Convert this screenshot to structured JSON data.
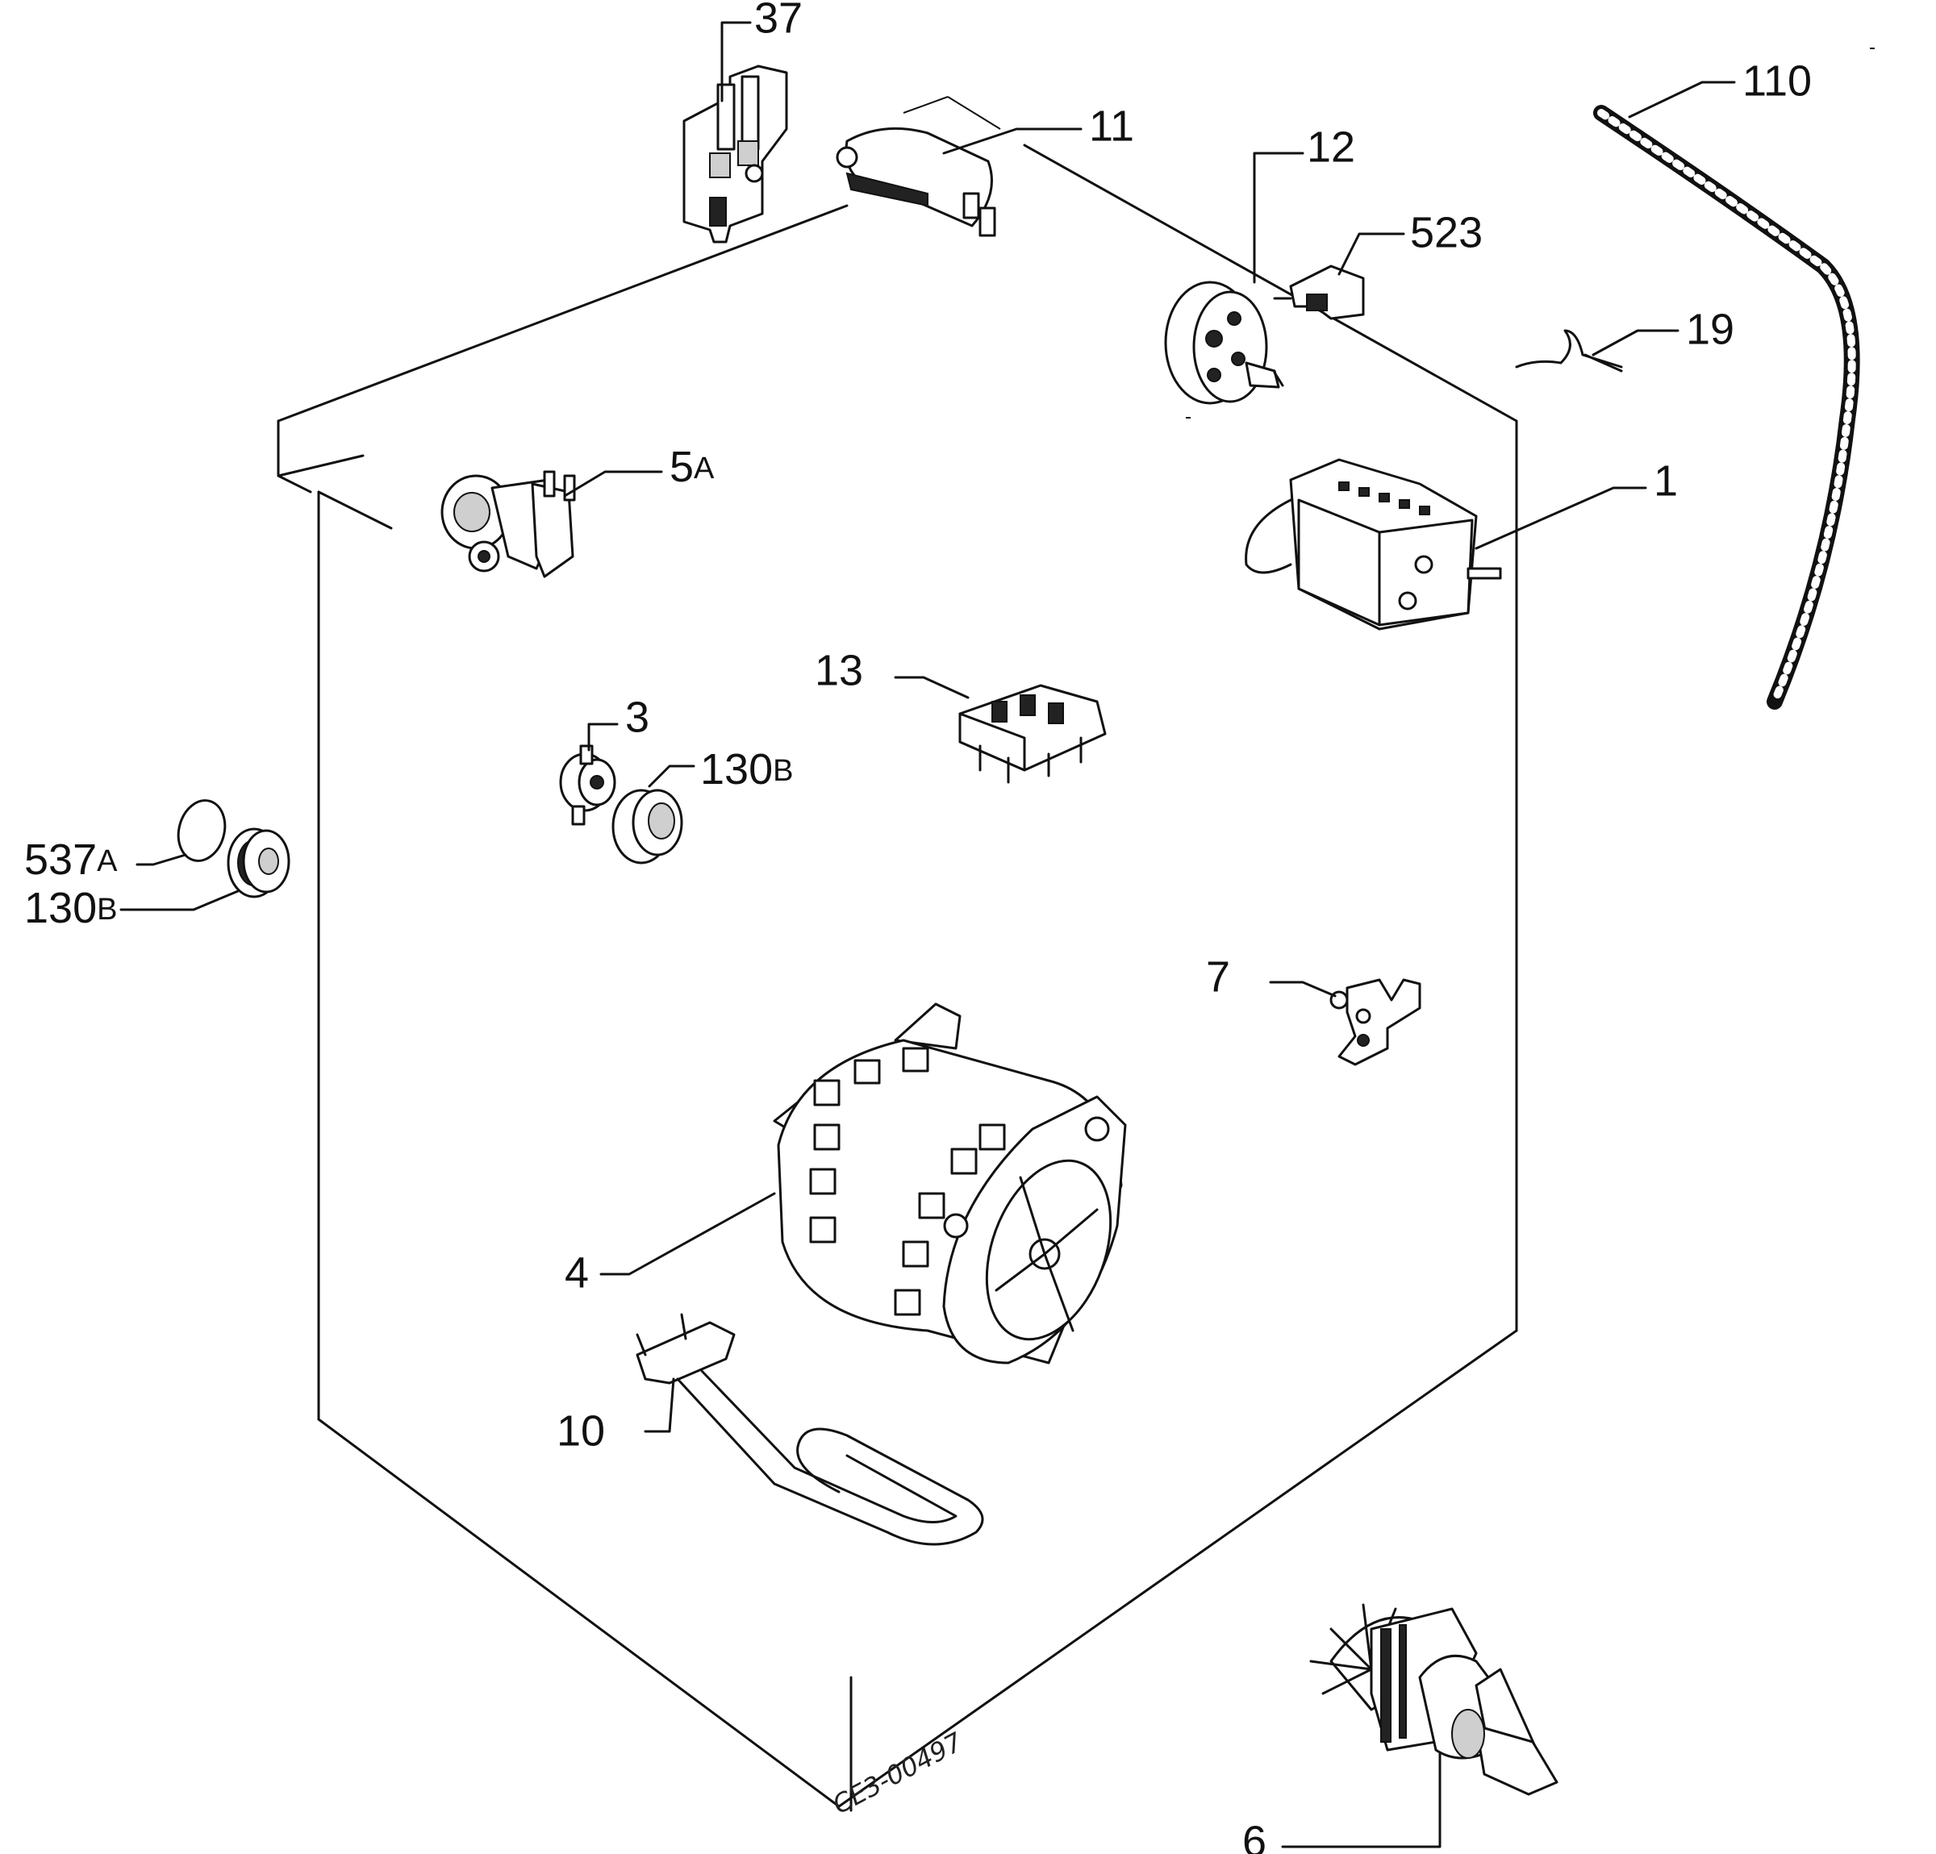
{
  "labels": {
    "l37": "37",
    "l11": "11",
    "l110": "110",
    "l12": "12",
    "l523": "523",
    "l19": "19",
    "l5a_num": "5",
    "l5a_suf": "A",
    "l1": "1",
    "l13": "13",
    "l3": "3",
    "l130b_num": "130",
    "l130b_suf": "B",
    "l537a_num": "537",
    "l537a_suf": "A",
    "l130b2_num": "130",
    "l130b2_suf": "B",
    "l7": "7",
    "l4": "4",
    "l10": "10",
    "l6": "6"
  },
  "drawing_code": "CE3-00497",
  "colors": {
    "ink": "#111111",
    "paper": "#ffffff"
  }
}
